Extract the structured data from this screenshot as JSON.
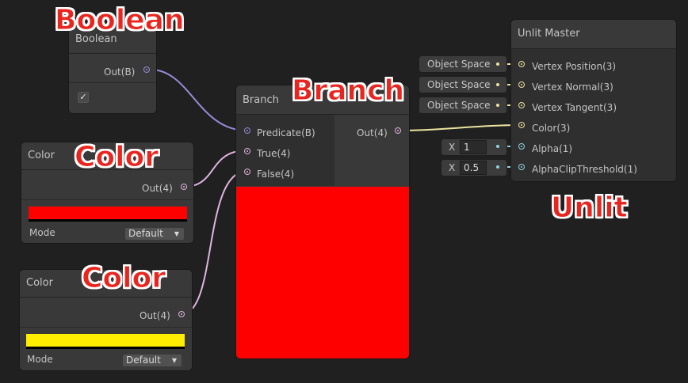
{
  "colors": {
    "background": "#202020",
    "node": "#393939",
    "wire_boolean": "#9a8ad8",
    "wire_vector4": "#e0b4e0",
    "wire_vector3": "#ede3a0",
    "wire_float": "#8fd3e0",
    "branch_preview": "#ff0000"
  },
  "overlay_labels": {
    "boolean": "Boolean",
    "branch": "Branch",
    "color1": "Color",
    "color2": "Color",
    "unlit": "Unlit"
  },
  "boolean_node": {
    "title": "Boolean",
    "out_port": "Out(B)",
    "checked": true,
    "check_glyph": "✓"
  },
  "color_node_1": {
    "title": "Color",
    "out_port": "Out(4)",
    "swatch_color": "#ff0000",
    "mode_label": "Mode",
    "mode_value": "Default"
  },
  "color_node_2": {
    "title": "Color",
    "out_port": "Out(4)",
    "swatch_color": "#ffee00",
    "mode_label": "Mode",
    "mode_value": "Default"
  },
  "branch_node": {
    "title": "Branch",
    "inputs": [
      "Predicate(B)",
      "True(4)",
      "False(4)"
    ],
    "out_port": "Out(4)",
    "preview_color": "#ff0000"
  },
  "unlit_master": {
    "title": "Unlit Master",
    "ports": [
      "Vertex Position(3)",
      "Vertex Normal(3)",
      "Vertex Tangent(3)",
      "Color(3)",
      "Alpha(1)",
      "AlphaClipThreshold(1)"
    ]
  },
  "space_chips": [
    "Object Space",
    "Object Space",
    "Object Space"
  ],
  "alpha_chip": {
    "axis": "X",
    "value": "1"
  },
  "clip_chip": {
    "axis": "X",
    "value": "0.5"
  },
  "dropdown_arrow": "▼"
}
